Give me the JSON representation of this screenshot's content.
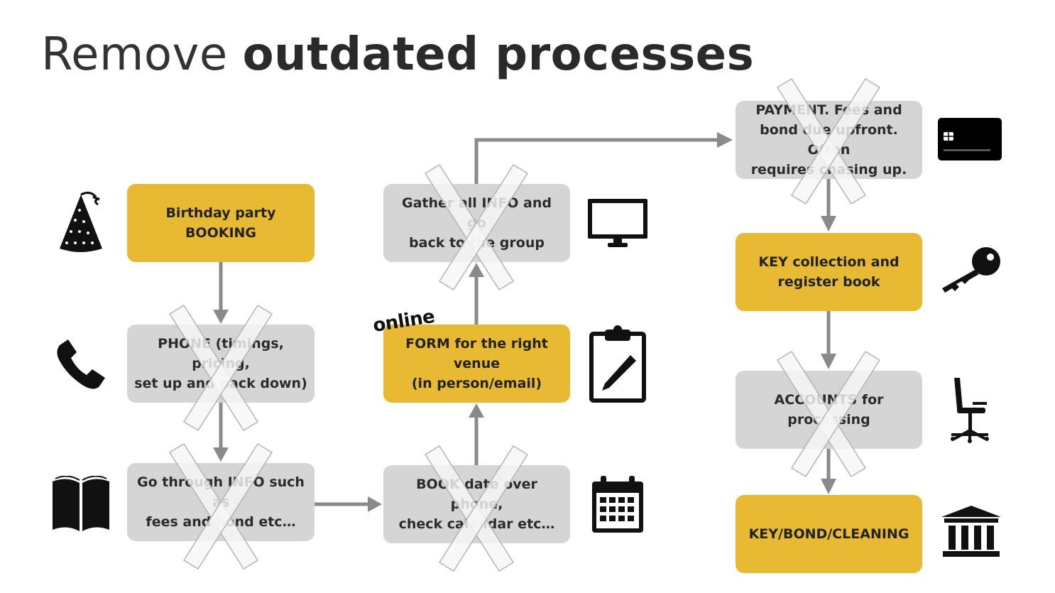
{
  "title": {
    "light": "Remove",
    "bold": "outdated processes"
  },
  "colors": {
    "active": "#E8B932",
    "removed": "#D5D5D5",
    "arrow": "#8a8a8a"
  },
  "annotation": "online",
  "boxes": [
    {
      "id": "birthday",
      "text": "Birthday party\nBOOKING",
      "state": "active",
      "icon": "party-hat-icon"
    },
    {
      "id": "phone",
      "text": "PHONE (timings, pricing,\nset up and pack down)",
      "state": "removed",
      "icon": "phone-icon"
    },
    {
      "id": "info",
      "text": "Go through INFO such as\nfees and bond etc…",
      "state": "removed",
      "icon": "book-icon"
    },
    {
      "id": "book",
      "text": "BOOK date over phone,\ncheck calendar etc…",
      "state": "removed",
      "icon": "calendar-icon"
    },
    {
      "id": "form",
      "text": "FORM for the right venue\n(in person/email)",
      "state": "active",
      "icon": "clipboard-icon"
    },
    {
      "id": "gather",
      "text": "Gather all INFO and go\nback to the group",
      "state": "removed",
      "icon": "monitor-icon"
    },
    {
      "id": "payment",
      "text": "PAYMENT. Fees and\nbond due upfront. Often\nrequires chasing up.",
      "state": "removed",
      "icon": "credit-card-icon"
    },
    {
      "id": "key",
      "text": "KEY collection and\nregister book",
      "state": "active",
      "icon": "key-icon"
    },
    {
      "id": "accounts",
      "text": "ACCOUNTS for\nprocessing",
      "state": "removed",
      "icon": "office-chair-icon"
    },
    {
      "id": "final",
      "text": "KEY/BOND/CLEANING",
      "state": "active",
      "icon": "bank-icon"
    }
  ]
}
